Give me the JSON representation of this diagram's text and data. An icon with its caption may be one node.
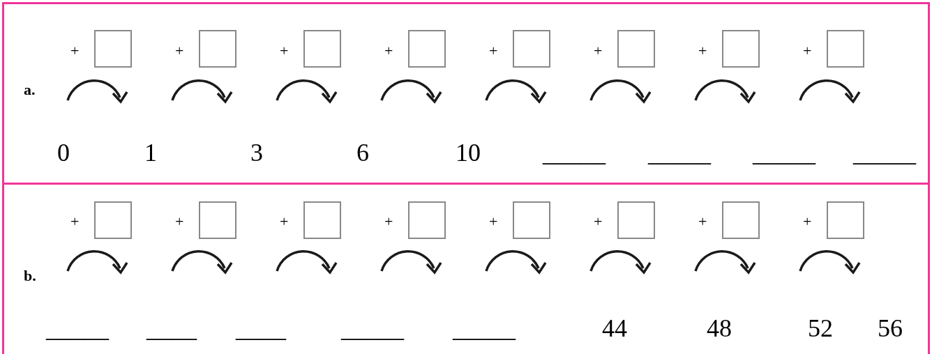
{
  "diagram": {
    "nodes": [
      {
        "text": [
          "a."
        ]
      },
      {
        "text": [],
        "shape": "box",
        "in": 0
      },
      {
        "text": [],
        "shape": "box",
        "in": 0
      },
      {
        "text": [],
        "shape": "box",
        "in": 0
      },
      {
        "text": [],
        "shape": "box",
        "in": 0
      },
      {
        "text": [],
        "shape": "box",
        "in": 0
      },
      {
        "text": [],
        "shape": "box",
        "in": 0
      },
      {
        "text": [],
        "shape": "box",
        "in": 0
      },
      {
        "text": [],
        "shape": "box",
        "in": 0
      },
      {
        "text": [
          "b."
        ]
      },
      {
        "text": [],
        "shape": "box",
        "in": 9
      },
      {
        "text": [],
        "shape": "box",
        "in": 9
      },
      {
        "text": [],
        "shape": "box",
        "in": 9
      },
      {
        "text": [],
        "shape": "box",
        "in": 9
      },
      {
        "text": [],
        "shape": "box",
        "in": 9
      },
      {
        "text": [],
        "shape": "box",
        "in": 9
      },
      {
        "text": [],
        "shape": "box",
        "in": 9
      },
      {
        "text": [],
        "shape": "box",
        "in": 9
      }
    ],
    "edges": [],
    "labels": [
      "+",
      "+",
      "+",
      "+",
      "+",
      "+",
      "+",
      "+",
      "0",
      "1",
      "3",
      "6",
      "10",
      "_____",
      "_____",
      "_____",
      "_____",
      "+",
      "+",
      "+",
      "+",
      "+",
      "+",
      "+",
      "+",
      "_____",
      "____",
      "____",
      "_____",
      "_____",
      "44",
      "48",
      "52",
      "56"
    ]
  }
}
